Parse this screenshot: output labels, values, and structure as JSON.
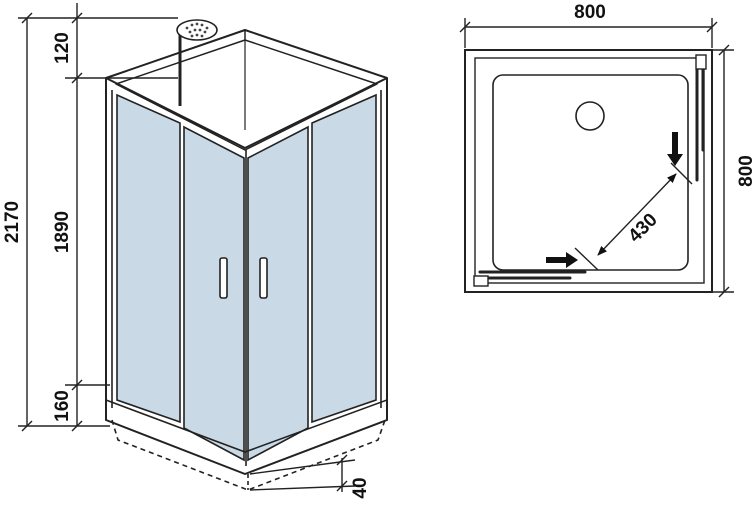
{
  "diagram": {
    "side_view": {
      "dimensions": {
        "total_height": "2170",
        "top_section": "120",
        "door_height": "1890",
        "tray_height": "160",
        "tray_depth": "40"
      }
    },
    "plan_view": {
      "dimensions": {
        "width": "800",
        "depth": "800",
        "door_opening": "430"
      }
    },
    "colors": {
      "glass": "#c9d9e6",
      "line": "#222222",
      "background": "#ffffff"
    }
  }
}
